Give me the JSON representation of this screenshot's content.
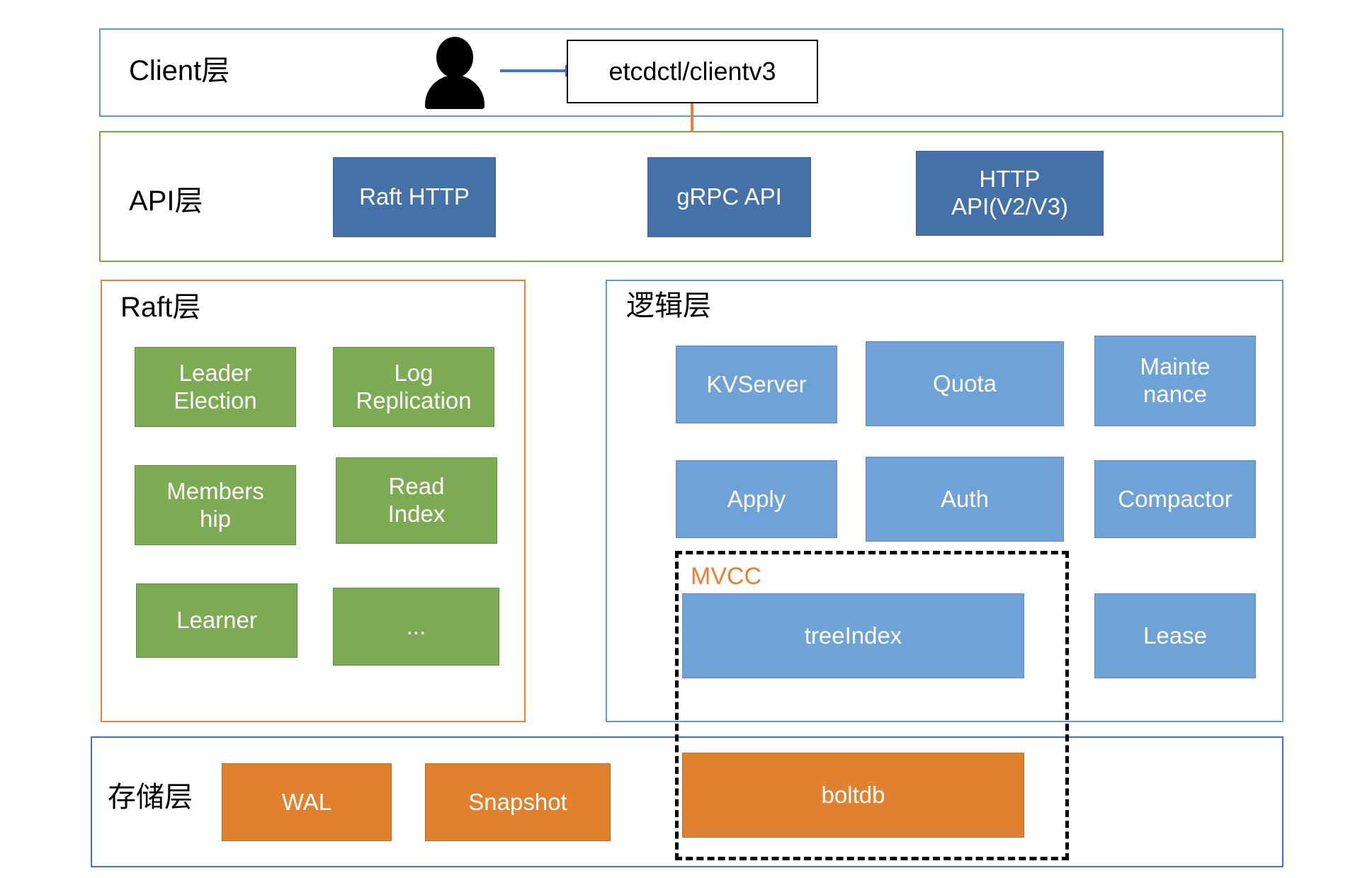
{
  "diagram": {
    "title": "etcd architecture layers",
    "colors": {
      "client_border": "#5B9BD5",
      "api_border": "#70AD47",
      "raft_border": "#ED7D31",
      "logic_border": "#5B9BD5",
      "storage_border": "#4472C4",
      "api_box": "#4472A8",
      "raft_box": "#7DAB53",
      "logic_box": "#6FA3D8",
      "storage_box": "#E0812F",
      "mvcc_label": "#ED7D31",
      "client_arrow": "#4472C4",
      "api_arrow": "#ED7D31"
    }
  },
  "client_layer": {
    "title": "Client层",
    "actor": "user-person-icon",
    "arrow": "right-arrow-icon",
    "client_box": "etcdctl/clientv3"
  },
  "api_layer": {
    "title": "API层",
    "boxes": [
      {
        "label": "Raft HTTP"
      },
      {
        "label": "gRPC API"
      },
      {
        "label": "HTTP\nAPI(V2/V3)"
      }
    ]
  },
  "raft_layer": {
    "title": "Raft层",
    "boxes": [
      {
        "label": "Leader\nElection"
      },
      {
        "label": "Log\nReplication"
      },
      {
        "label": "Members\nhip"
      },
      {
        "label": "Read\nIndex"
      },
      {
        "label": "Learner"
      },
      {
        "label": "..."
      }
    ]
  },
  "logic_layer": {
    "title": "逻辑层",
    "boxes": [
      {
        "label": "KVServer"
      },
      {
        "label": "Quota"
      },
      {
        "label": "Mainte\nnance"
      },
      {
        "label": "Apply"
      },
      {
        "label": "Auth"
      },
      {
        "label": "Compactor"
      },
      {
        "label": "treeIndex"
      },
      {
        "label": "Lease"
      }
    ]
  },
  "mvcc": {
    "label": "MVCC",
    "members": [
      "treeIndex",
      "boltdb"
    ]
  },
  "storage_layer": {
    "title": "存储层",
    "boxes": [
      {
        "label": "WAL"
      },
      {
        "label": "Snapshot"
      },
      {
        "label": "boltdb"
      }
    ]
  }
}
